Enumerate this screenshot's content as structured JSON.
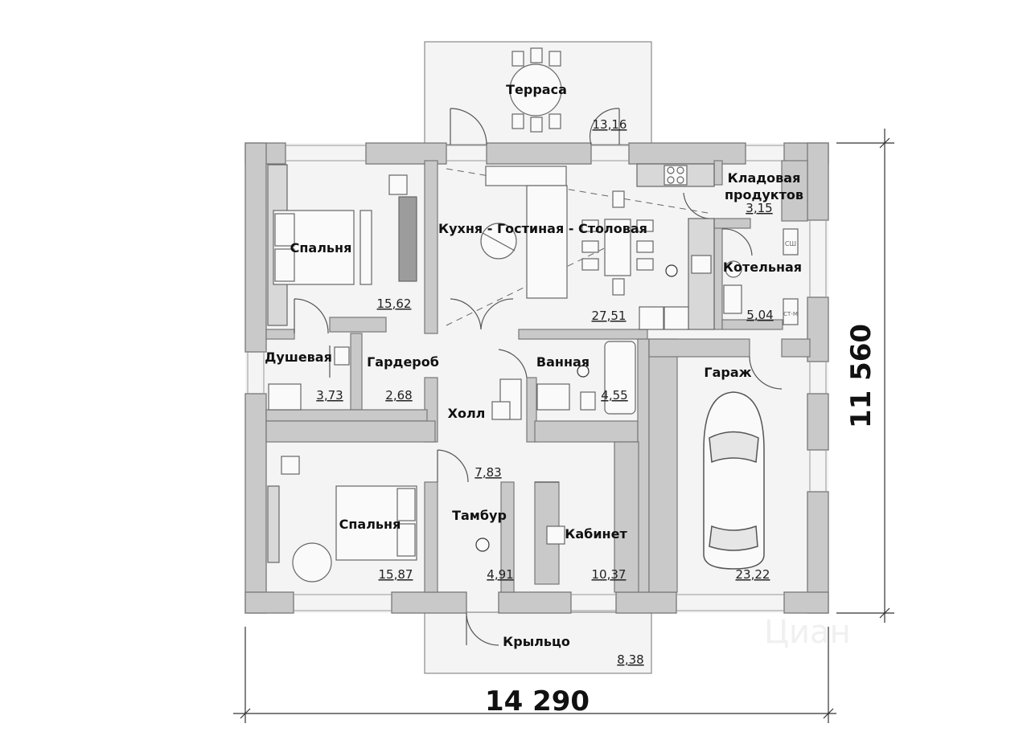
{
  "rooms": {
    "terrace": {
      "name": "Терраса",
      "area": "13,16"
    },
    "bedroom1": {
      "name": "Спальня",
      "area": "15,62"
    },
    "kitchen": {
      "name": "Кухня - Гостиная - Столовая",
      "area": "27,51"
    },
    "pantry": {
      "name_line1": "Кладовая",
      "name_line2": "продуктов",
      "area": "3,15"
    },
    "boiler": {
      "name": "Котельная",
      "area": "5,04"
    },
    "shower": {
      "name": "Душевая",
      "area": "3,73"
    },
    "wardrobe": {
      "name": "Гардероб",
      "area": "2,68"
    },
    "bathroom": {
      "name": "Ванная",
      "area": "4,55"
    },
    "hall": {
      "name": "Холл",
      "area": "7,83"
    },
    "garage": {
      "name": "Гараж",
      "area": "23,22"
    },
    "bedroom2": {
      "name": "Спальня",
      "area": "15,87"
    },
    "vestibule": {
      "name": "Тамбур",
      "area": "4,91"
    },
    "office": {
      "name": "Кабинет",
      "area": "10,37"
    },
    "porch": {
      "name": "Крыльцо",
      "area": "8,38"
    }
  },
  "dimensions": {
    "width": "14 290",
    "height": "11 560"
  },
  "fixtures": {
    "boiler_tag1": "СШ",
    "boiler_tag2": "СТ-М"
  },
  "watermark": "Циан",
  "colors": {
    "wall": "#c8c8c8",
    "wall_outline": "#7a7a7a",
    "floor": "#f3f3f3",
    "furniture": "#9a9a9a"
  }
}
